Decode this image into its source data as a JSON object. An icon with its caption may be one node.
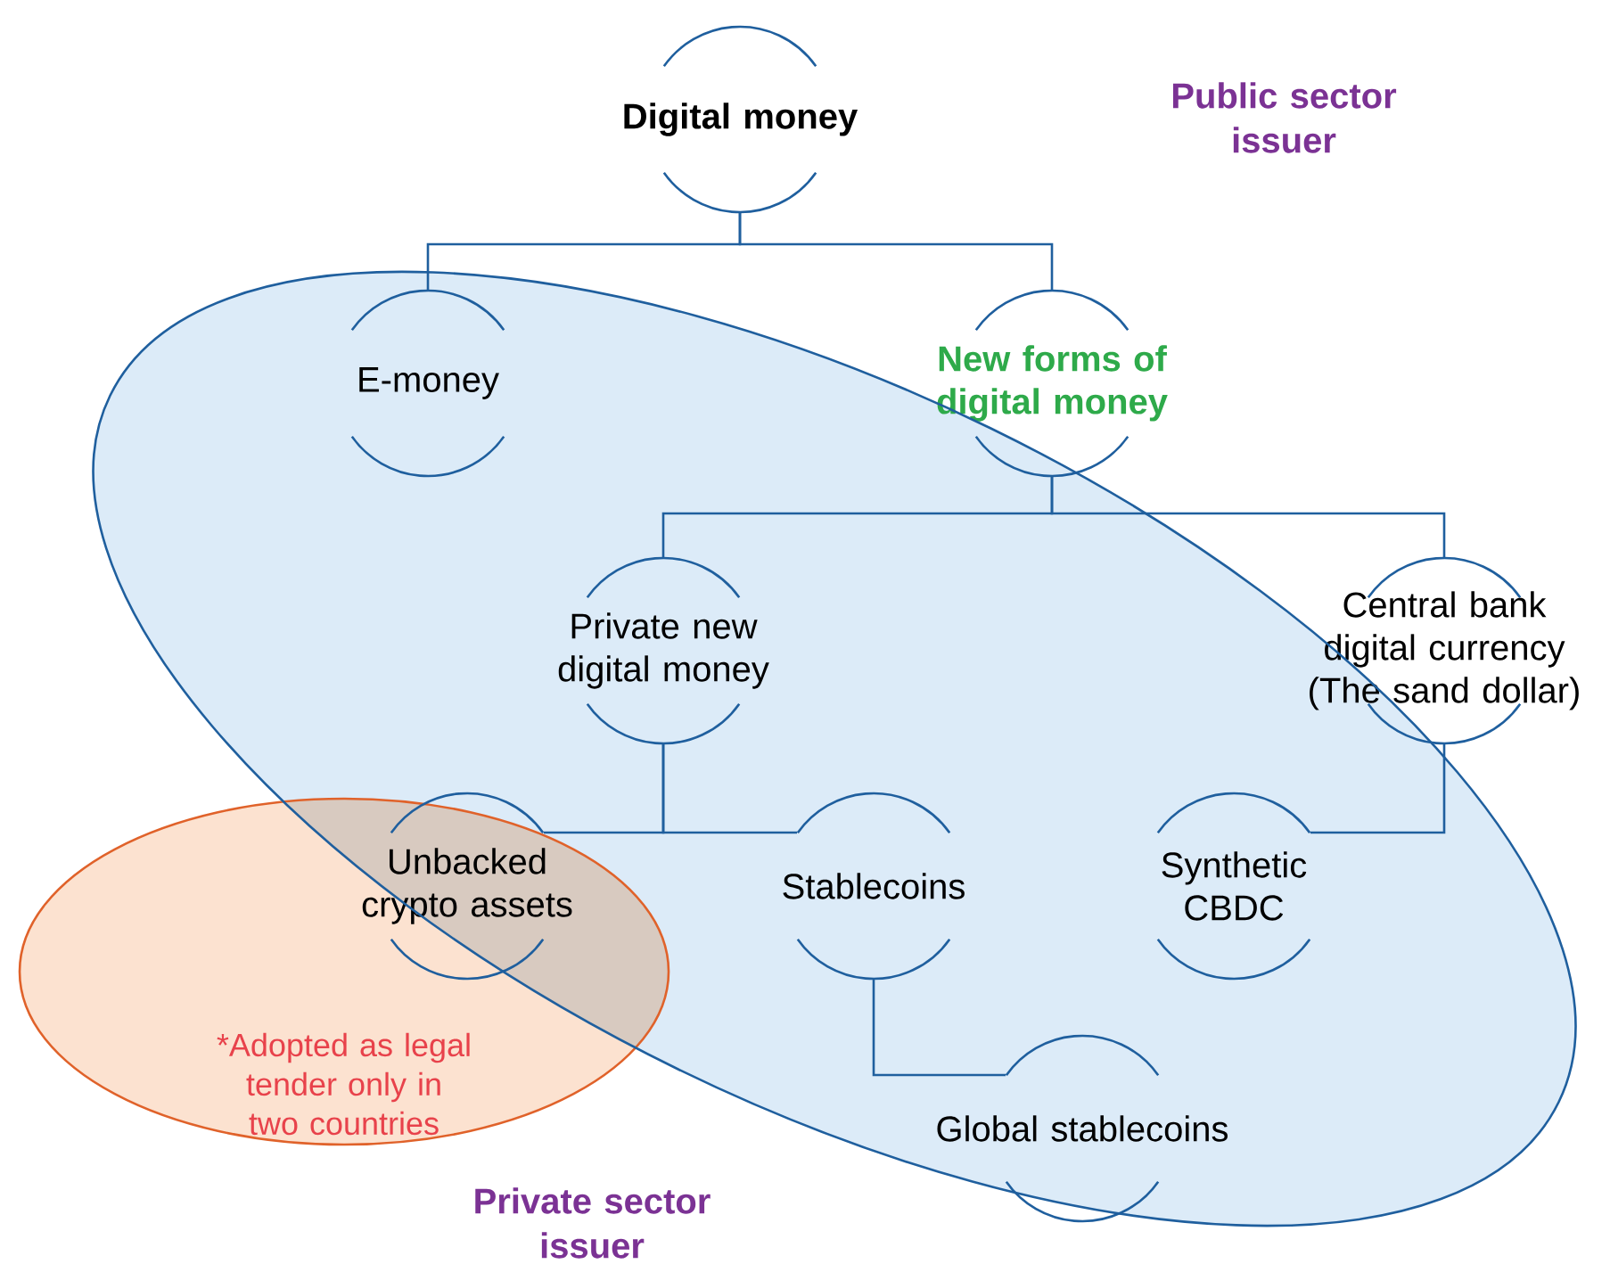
{
  "diagram": {
    "nodes": [
      {
        "text": [
          "Digital money"
        ]
      },
      {
        "text": [
          "E-money"
        ]
      },
      {
        "text": [
          "New forms of digital money"
        ]
      },
      {
        "text": [
          "Private new digital money"
        ]
      },
      {
        "text": [
          "Central bank digital currency (The sand dollar)"
        ]
      },
      {
        "text": [
          "Unbacked crypto assets"
        ],
        "in": 9
      },
      {
        "text": [
          "Stablecoins"
        ]
      },
      {
        "text": [
          "Synthetic CBDC"
        ]
      },
      {
        "text": [
          "Global stablecoins"
        ]
      },
      {
        "text": [
          "*Adopted as legal tender only in two countries"
        ]
      }
    ],
    "edges": [
      {
        "from": 0,
        "to": 1,
        "arrow": "none"
      },
      {
        "from": 0,
        "to": 2,
        "arrow": "none"
      },
      {
        "from": 2,
        "to": 3,
        "arrow": "none"
      },
      {
        "from": 2,
        "to": 4,
        "arrow": "none"
      },
      {
        "from": 3,
        "to": 5,
        "arrow": "none"
      },
      {
        "from": 3,
        "to": 6,
        "arrow": "none"
      },
      {
        "from": 4,
        "to": 7,
        "arrow": "none"
      },
      {
        "from": 6,
        "to": 8,
        "arrow": "none"
      }
    ],
    "labels": [
      "Public sector issuer",
      "Private sector issuer"
    ]
  }
}
